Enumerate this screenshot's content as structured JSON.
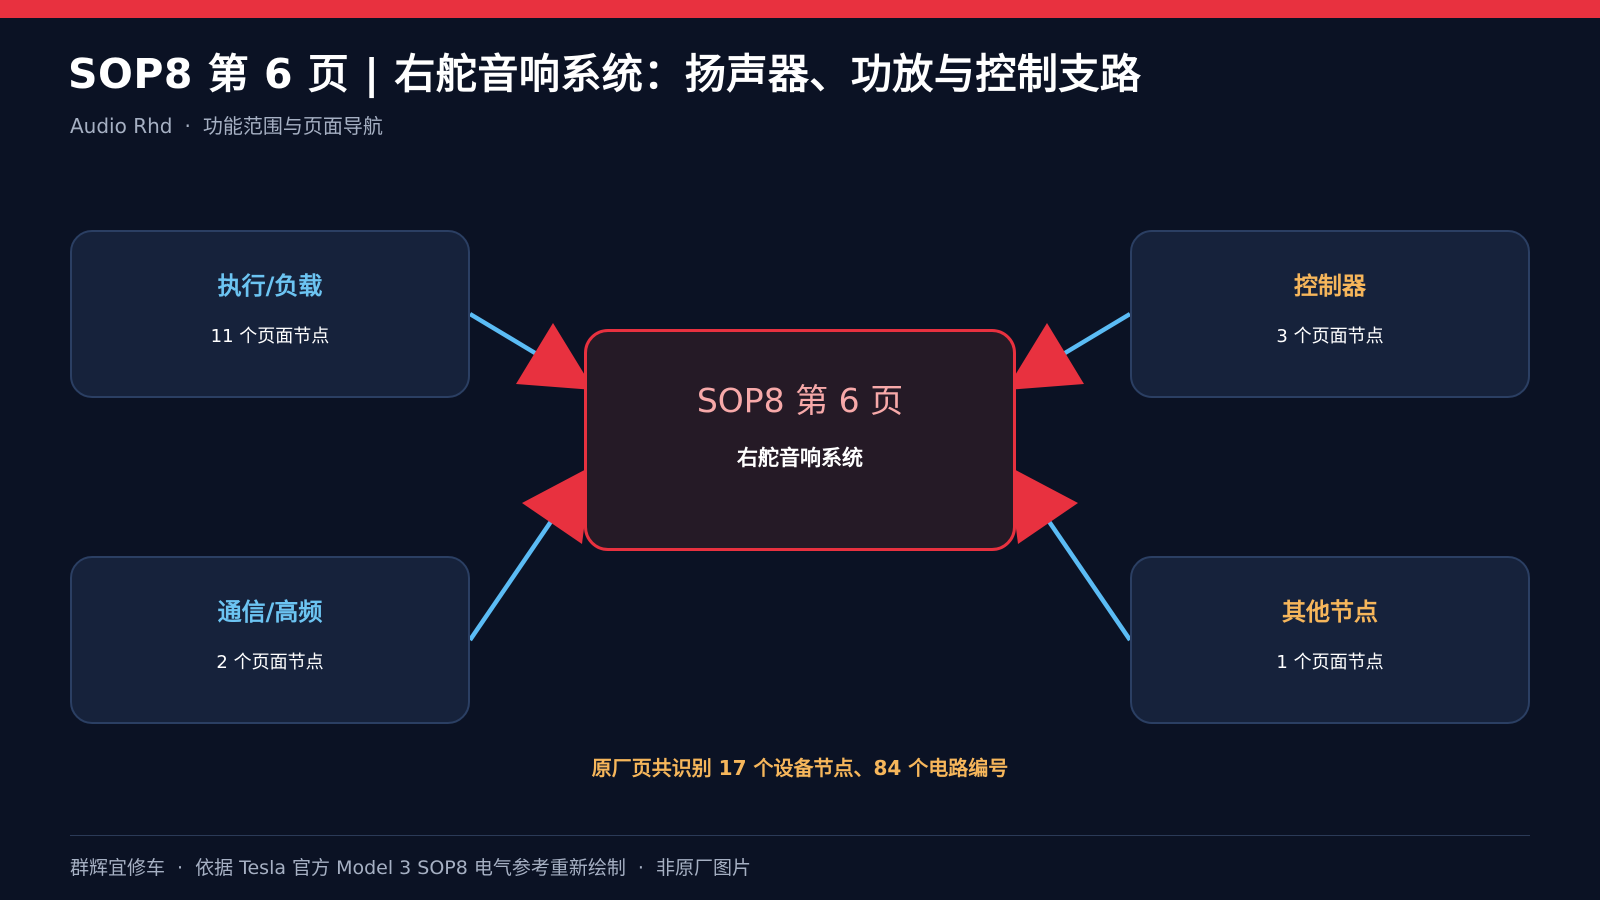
{
  "header": {
    "title": "SOP8 第 6 页 | 右舵音响系统：扬声器、功放与控制支路",
    "subtitle_left": "Audio Rhd",
    "subtitle_separator": "·",
    "subtitle_right": "功能范围与页面导航"
  },
  "diagram": {
    "center": {
      "title": "SOP8 第 6 页",
      "subtitle": "右舵音响系统"
    },
    "nodes": [
      {
        "title": "执行/负载",
        "count": "11 个页面节点"
      },
      {
        "title": "控制器",
        "count": "3 个页面节点"
      },
      {
        "title": "通信/高频",
        "count": "2 个页面节点"
      },
      {
        "title": "其他节点",
        "count": "1 个页面节点"
      }
    ],
    "summary": "原厂页共识别 17 个设备节点、84 个电路编号"
  },
  "footer": {
    "author": "群辉宜修车",
    "source": "依据 Tesla 官方 Model 3 SOP8 电气参考重新绘制",
    "note": "非原厂图片",
    "separator": "·"
  },
  "colors": {
    "background": "#0b1224",
    "accent_red": "#e8313f",
    "node_fill": "#16223b",
    "node_border": "#2b3f63",
    "center_fill": "#251a26",
    "blue_label": "#6cc4f2",
    "orange_label": "#f6b65b",
    "connector": "#5bbcf5"
  }
}
